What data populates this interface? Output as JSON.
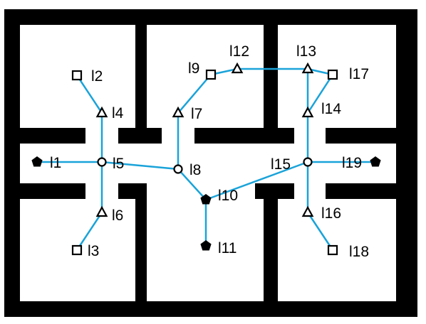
{
  "colors": {
    "wall": "#000000",
    "floor": "#ffffff",
    "edge": "#1aa3d9",
    "marker": "#000000"
  },
  "nodes": [
    {
      "id": "l1",
      "label": "l1",
      "shape": "pentagon"
    },
    {
      "id": "l2",
      "label": "l2",
      "shape": "square"
    },
    {
      "id": "l3",
      "label": "l3",
      "shape": "square"
    },
    {
      "id": "l4",
      "label": "l4",
      "shape": "triangle"
    },
    {
      "id": "l5",
      "label": "l5",
      "shape": "circle"
    },
    {
      "id": "l6",
      "label": "l6",
      "shape": "triangle"
    },
    {
      "id": "l7",
      "label": "l7",
      "shape": "triangle"
    },
    {
      "id": "l8",
      "label": "l8",
      "shape": "circle"
    },
    {
      "id": "l9",
      "label": "l9",
      "shape": "square"
    },
    {
      "id": "l10",
      "label": "l10",
      "shape": "pentagon"
    },
    {
      "id": "l11",
      "label": "l11",
      "shape": "pentagon"
    },
    {
      "id": "l12",
      "label": "l12",
      "shape": "triangle"
    },
    {
      "id": "l13",
      "label": "l13",
      "shape": "triangle"
    },
    {
      "id": "l14",
      "label": "l14",
      "shape": "triangle"
    },
    {
      "id": "l15",
      "label": "l15",
      "shape": "circle"
    },
    {
      "id": "l16",
      "label": "l16",
      "shape": "triangle"
    },
    {
      "id": "l17",
      "label": "l17",
      "shape": "square"
    },
    {
      "id": "l18",
      "label": "l18",
      "shape": "square"
    },
    {
      "id": "l19",
      "label": "l19",
      "shape": "pentagon"
    }
  ],
  "edges": [
    [
      "l1",
      "l5"
    ],
    [
      "l5",
      "l4"
    ],
    [
      "l4",
      "l2"
    ],
    [
      "l5",
      "l6"
    ],
    [
      "l6",
      "l3"
    ],
    [
      "l5",
      "l8"
    ],
    [
      "l8",
      "l7"
    ],
    [
      "l7",
      "l9"
    ],
    [
      "l9",
      "l12"
    ],
    [
      "l12",
      "l13"
    ],
    [
      "l13",
      "l17"
    ],
    [
      "l13",
      "l14"
    ],
    [
      "l17",
      "l14"
    ],
    [
      "l14",
      "l15"
    ],
    [
      "l15",
      "l19"
    ],
    [
      "l15",
      "l16"
    ],
    [
      "l16",
      "l18"
    ],
    [
      "l8",
      "l10"
    ],
    [
      "l10",
      "l11"
    ],
    [
      "l10",
      "l15"
    ]
  ]
}
